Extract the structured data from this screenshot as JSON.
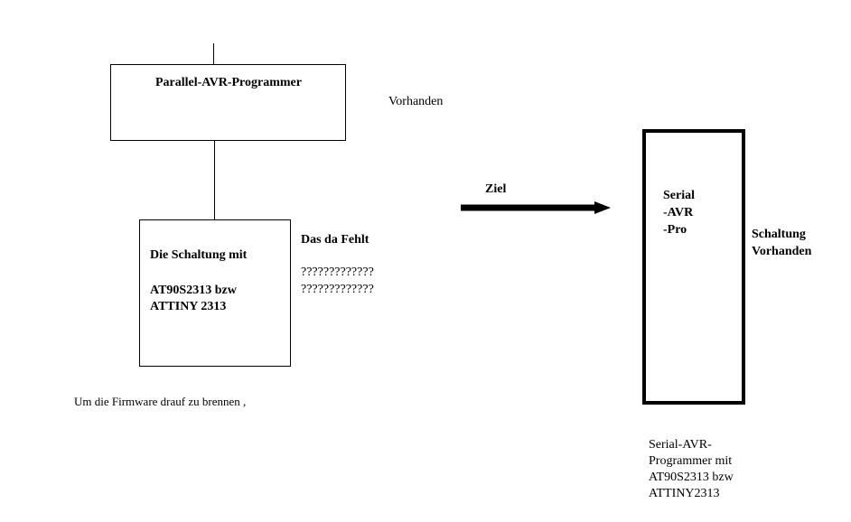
{
  "parallel_box": {
    "label": "Parallel-AVR-Programmer"
  },
  "vorhanden_note": "Vorhanden",
  "circuit_box": {
    "line1": "Die Schaltung mit",
    "line2": "AT90S2313 bzw",
    "line3": "ATTINY 2313"
  },
  "missing_note": {
    "title": "Das  da Fehlt",
    "q1": "?????????????",
    "q2": "?????????????"
  },
  "arrow_label": "Ziel",
  "serial_box": {
    "line1": "Serial",
    "line2": "-AVR",
    "line3": "-Pro"
  },
  "schaltung_note": {
    "line1": "Schaltung",
    "line2": "Vorhanden"
  },
  "firmware_note": "Um die Firmware drauf zu brennen ,",
  "serial_caption": {
    "line1": "Serial-AVR-",
    "line2": "Programmer mit",
    "line3": "AT90S2313 bzw",
    "line4": "ATTINY2313"
  }
}
